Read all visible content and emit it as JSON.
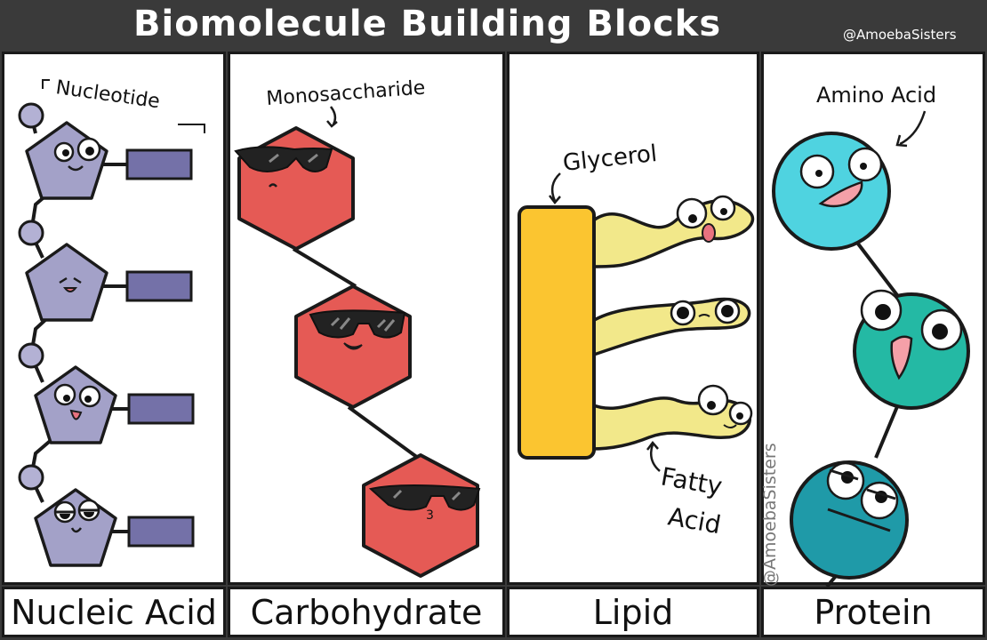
{
  "title": "Biomolecule Building Blocks",
  "credit_top": "@AmoebaSisters",
  "credit_side": "@AmoebaSisters",
  "panels": [
    {
      "label": "Nucleic Acid",
      "annotation": "Nucleotide"
    },
    {
      "label": "Carbohydrate",
      "annotation": "Monosaccharide"
    },
    {
      "label": "Lipid",
      "annotation_top": "Glycerol",
      "annotation_bottom_1": "Fatty",
      "annotation_bottom_2": "Acid"
    },
    {
      "label": "Protein",
      "annotation": "Amino Acid"
    }
  ],
  "colors": {
    "nucleotide": "#a3a1c8",
    "phosphate": "#b3b1d4",
    "base": "#7471a8",
    "sugar": "#e55a55",
    "glycerol": "#fbc530",
    "fatty_acid": "#f2e88a",
    "amino_1": "#4fd3e0",
    "amino_2": "#24b9a4",
    "amino_3": "#1f9aa8",
    "header": "#3a3a3a"
  }
}
